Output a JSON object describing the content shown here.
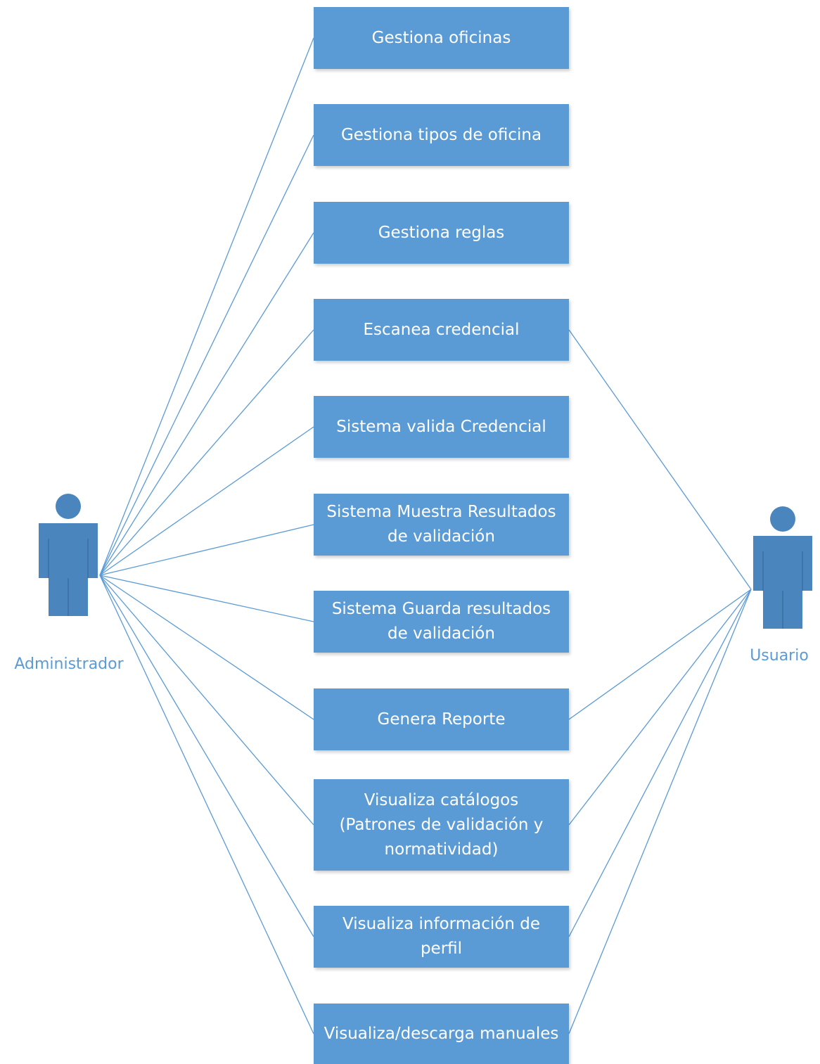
{
  "colors": {
    "box_fill": "#5b9bd5",
    "box_text": "#ffffff",
    "line": "#5b9bd5",
    "actor_fill": "#4a85bd",
    "actor_label": "#5b9bd5"
  },
  "actors": {
    "admin": {
      "label": "Administrador",
      "icon": "person-icon"
    },
    "user": {
      "label": "Usuario",
      "icon": "person-icon"
    }
  },
  "use_cases": [
    {
      "label": "Gestiona oficinas",
      "admin": true,
      "user": false
    },
    {
      "label": "Gestiona tipos de oficina",
      "admin": true,
      "user": false
    },
    {
      "label": "Gestiona reglas",
      "admin": true,
      "user": false
    },
    {
      "label": "Escanea credencial",
      "admin": true,
      "user": true
    },
    {
      "label": "Sistema valida Credencial",
      "admin": true,
      "user": false
    },
    {
      "label": "Sistema Muestra Resultados\nde validación",
      "admin": true,
      "user": false
    },
    {
      "label": "Sistema Guarda resultados\nde validación",
      "admin": true,
      "user": false
    },
    {
      "label": "Genera Reporte",
      "admin": true,
      "user": true
    },
    {
      "label": "Visualiza catálogos\n(Patrones de validación y\nnormatividad)",
      "admin": true,
      "user": true
    },
    {
      "label": "Visualiza información de\nperfil",
      "admin": true,
      "user": true
    },
    {
      "label": "Visualiza/descarga manuales",
      "admin": true,
      "user": true
    }
  ]
}
